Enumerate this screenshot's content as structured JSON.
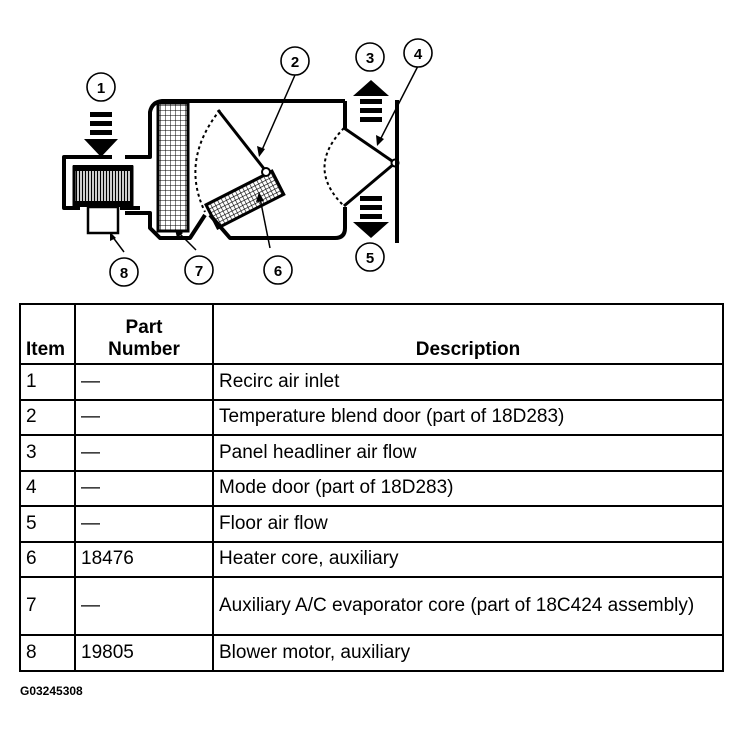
{
  "diagram": {
    "callouts": [
      "1",
      "2",
      "3",
      "4",
      "5",
      "6",
      "7",
      "8"
    ]
  },
  "table": {
    "headers": {
      "item": "Item",
      "part_number": [
        "Part",
        "Number"
      ],
      "description": "Description"
    },
    "rows": [
      {
        "item": "1",
        "part": "—",
        "description": "Recirc air inlet"
      },
      {
        "item": "2",
        "part": "—",
        "description": "Temperature blend door (part of 18D283)"
      },
      {
        "item": "3",
        "part": "—",
        "description": "Panel headliner air flow"
      },
      {
        "item": "4",
        "part": "—",
        "description": "Mode door (part of 18D283)"
      },
      {
        "item": "5",
        "part": "—",
        "description": "Floor air flow"
      },
      {
        "item": "6",
        "part": "18476",
        "description": "Heater core, auxiliary"
      },
      {
        "item": "7",
        "part": "—",
        "description": "Auxiliary A/C evaporator core (part of 18C424 assembly)"
      },
      {
        "item": "8",
        "part": "19805",
        "description": "Blower motor, auxiliary"
      }
    ]
  },
  "figure_code": "G03245308"
}
